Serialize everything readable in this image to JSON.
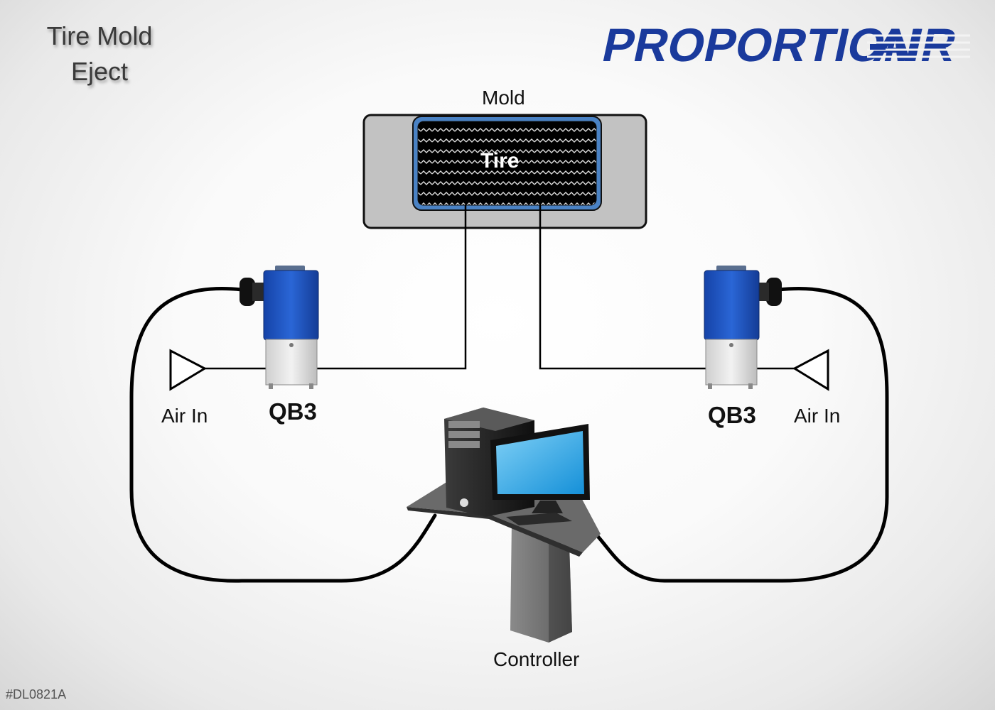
{
  "title": {
    "line1": "Tire Mold",
    "line2": "Eject"
  },
  "brand": {
    "part1": "PROPORTION",
    "part2": "AIR",
    "color": "#1a3a9c"
  },
  "mold": {
    "label": "Mold",
    "tire_label": "Tire"
  },
  "left_unit": {
    "valve_label": "QB3",
    "inlet_label": "Air In"
  },
  "right_unit": {
    "valve_label": "QB3",
    "inlet_label": "Air In"
  },
  "controller": {
    "label": "Controller"
  },
  "doc_id": "#DL0821A",
  "colors": {
    "valve_blue": "#1f55c0",
    "screen_blue": "#29a6e8",
    "mold_gray": "#c2c2c2",
    "tire_border": "#4a82c4"
  }
}
